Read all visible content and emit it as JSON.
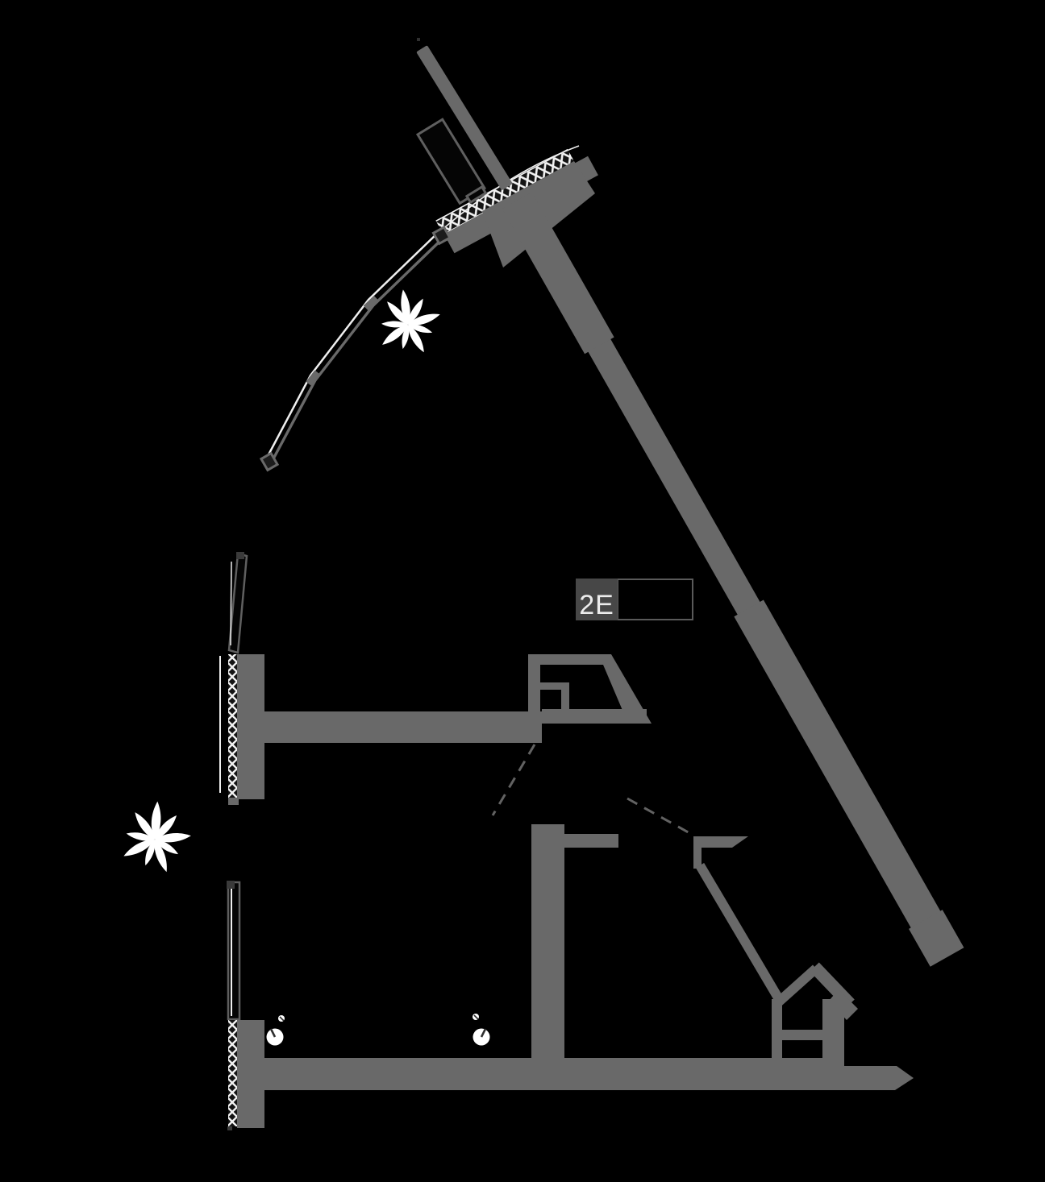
{
  "unit": {
    "label": "2E"
  },
  "plan": {
    "type": "apartment-floor-plan",
    "symbols": {
      "plant_icons": 2,
      "ceiling_lamp_icons": 2,
      "window_hatch_strips": 3,
      "door_swing_dashed_lines": 2
    }
  },
  "colors": {
    "background": "#000000",
    "wall": "#696969",
    "wall_dark": "#3a3a3a",
    "glass_white": "#efefef",
    "outline_gray": "#5f5f5f",
    "dashed_line": "#626262",
    "label_chip_bg": "#474747",
    "label_text": "#ececec",
    "label_box_border": "#5a5a5a",
    "plant": "#ffffff",
    "lamp": "#ffffff"
  }
}
